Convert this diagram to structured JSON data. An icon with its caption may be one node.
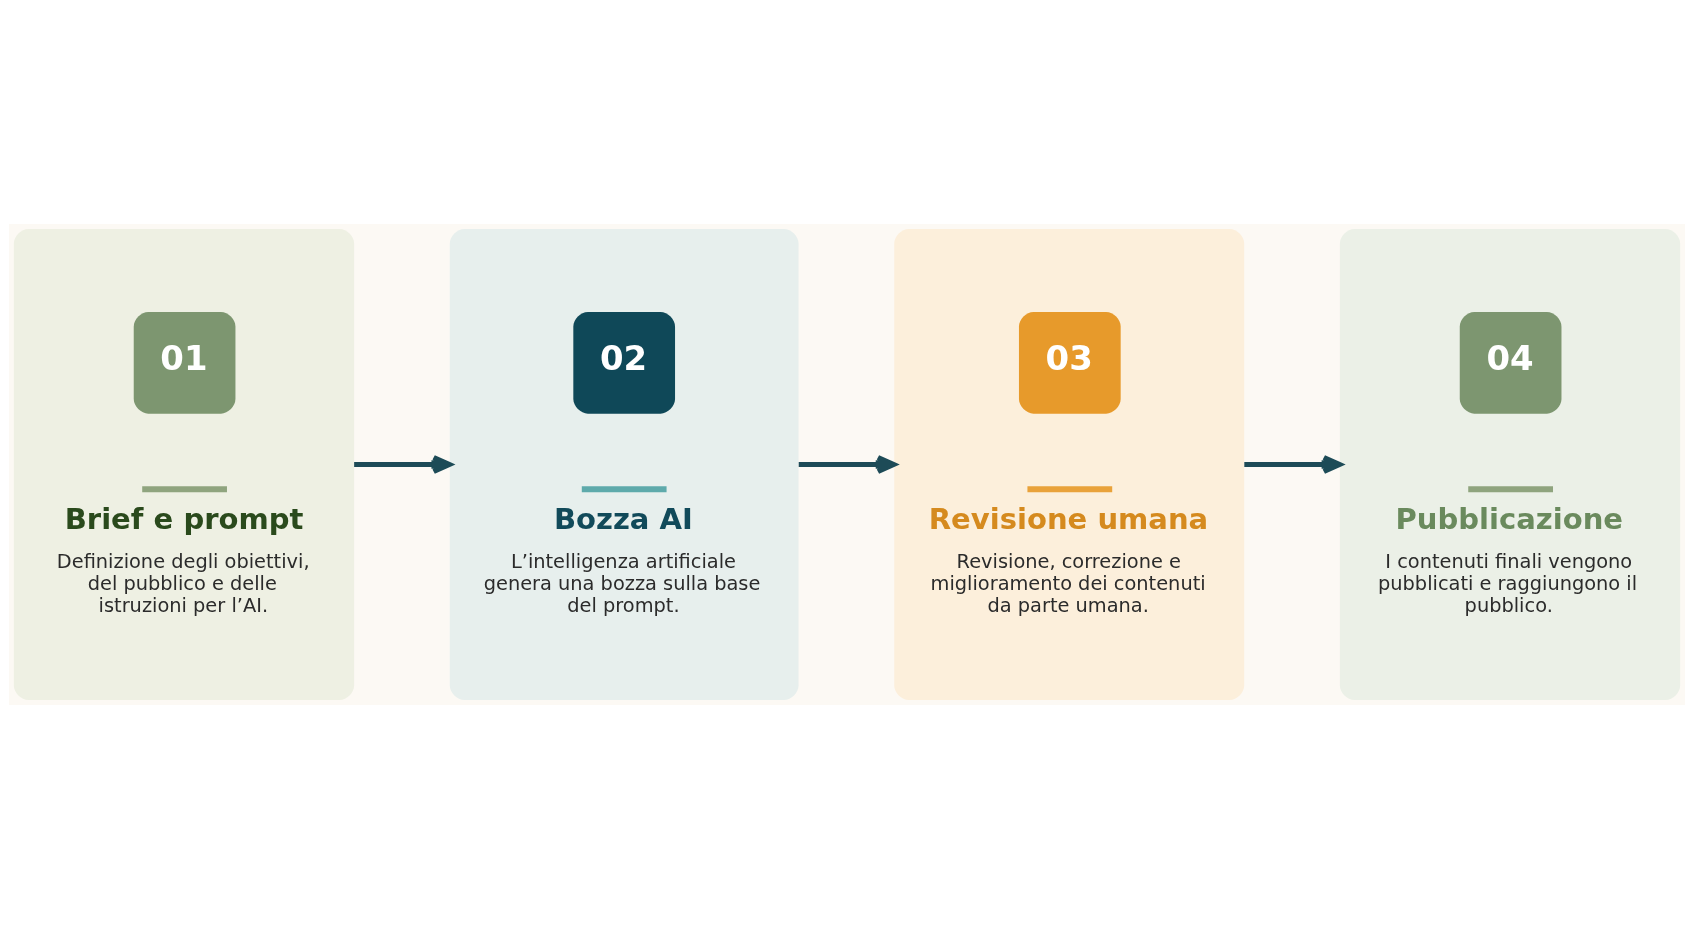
{
  "diagram": {
    "nodes": [
      {
        "text": [
          "01",
          "Brief e prompt",
          "Definizione degli obiettivi, del pubblico e delle istruzioni per l’AI."
        ]
      },
      {
        "text": [
          "02",
          "Bozza AI",
          "L’intelligenza artificiale genera una bozza sulla base del prompt."
        ]
      },
      {
        "text": [
          "03",
          "Revisione umana",
          "Revisione, correzione e miglioramento dei contenuti da parte umana."
        ]
      },
      {
        "text": [
          "04",
          "Pubblicazione",
          "I contenuti finali vengono pubblicati e raggiungono il pubblico."
        ]
      }
    ],
    "edges": [
      {
        "from": 0,
        "to": 1,
        "arrow": "to"
      },
      {
        "from": 1,
        "to": 2,
        "arrow": "to"
      },
      {
        "from": 2,
        "to": 3,
        "arrow": "to"
      }
    ]
  }
}
